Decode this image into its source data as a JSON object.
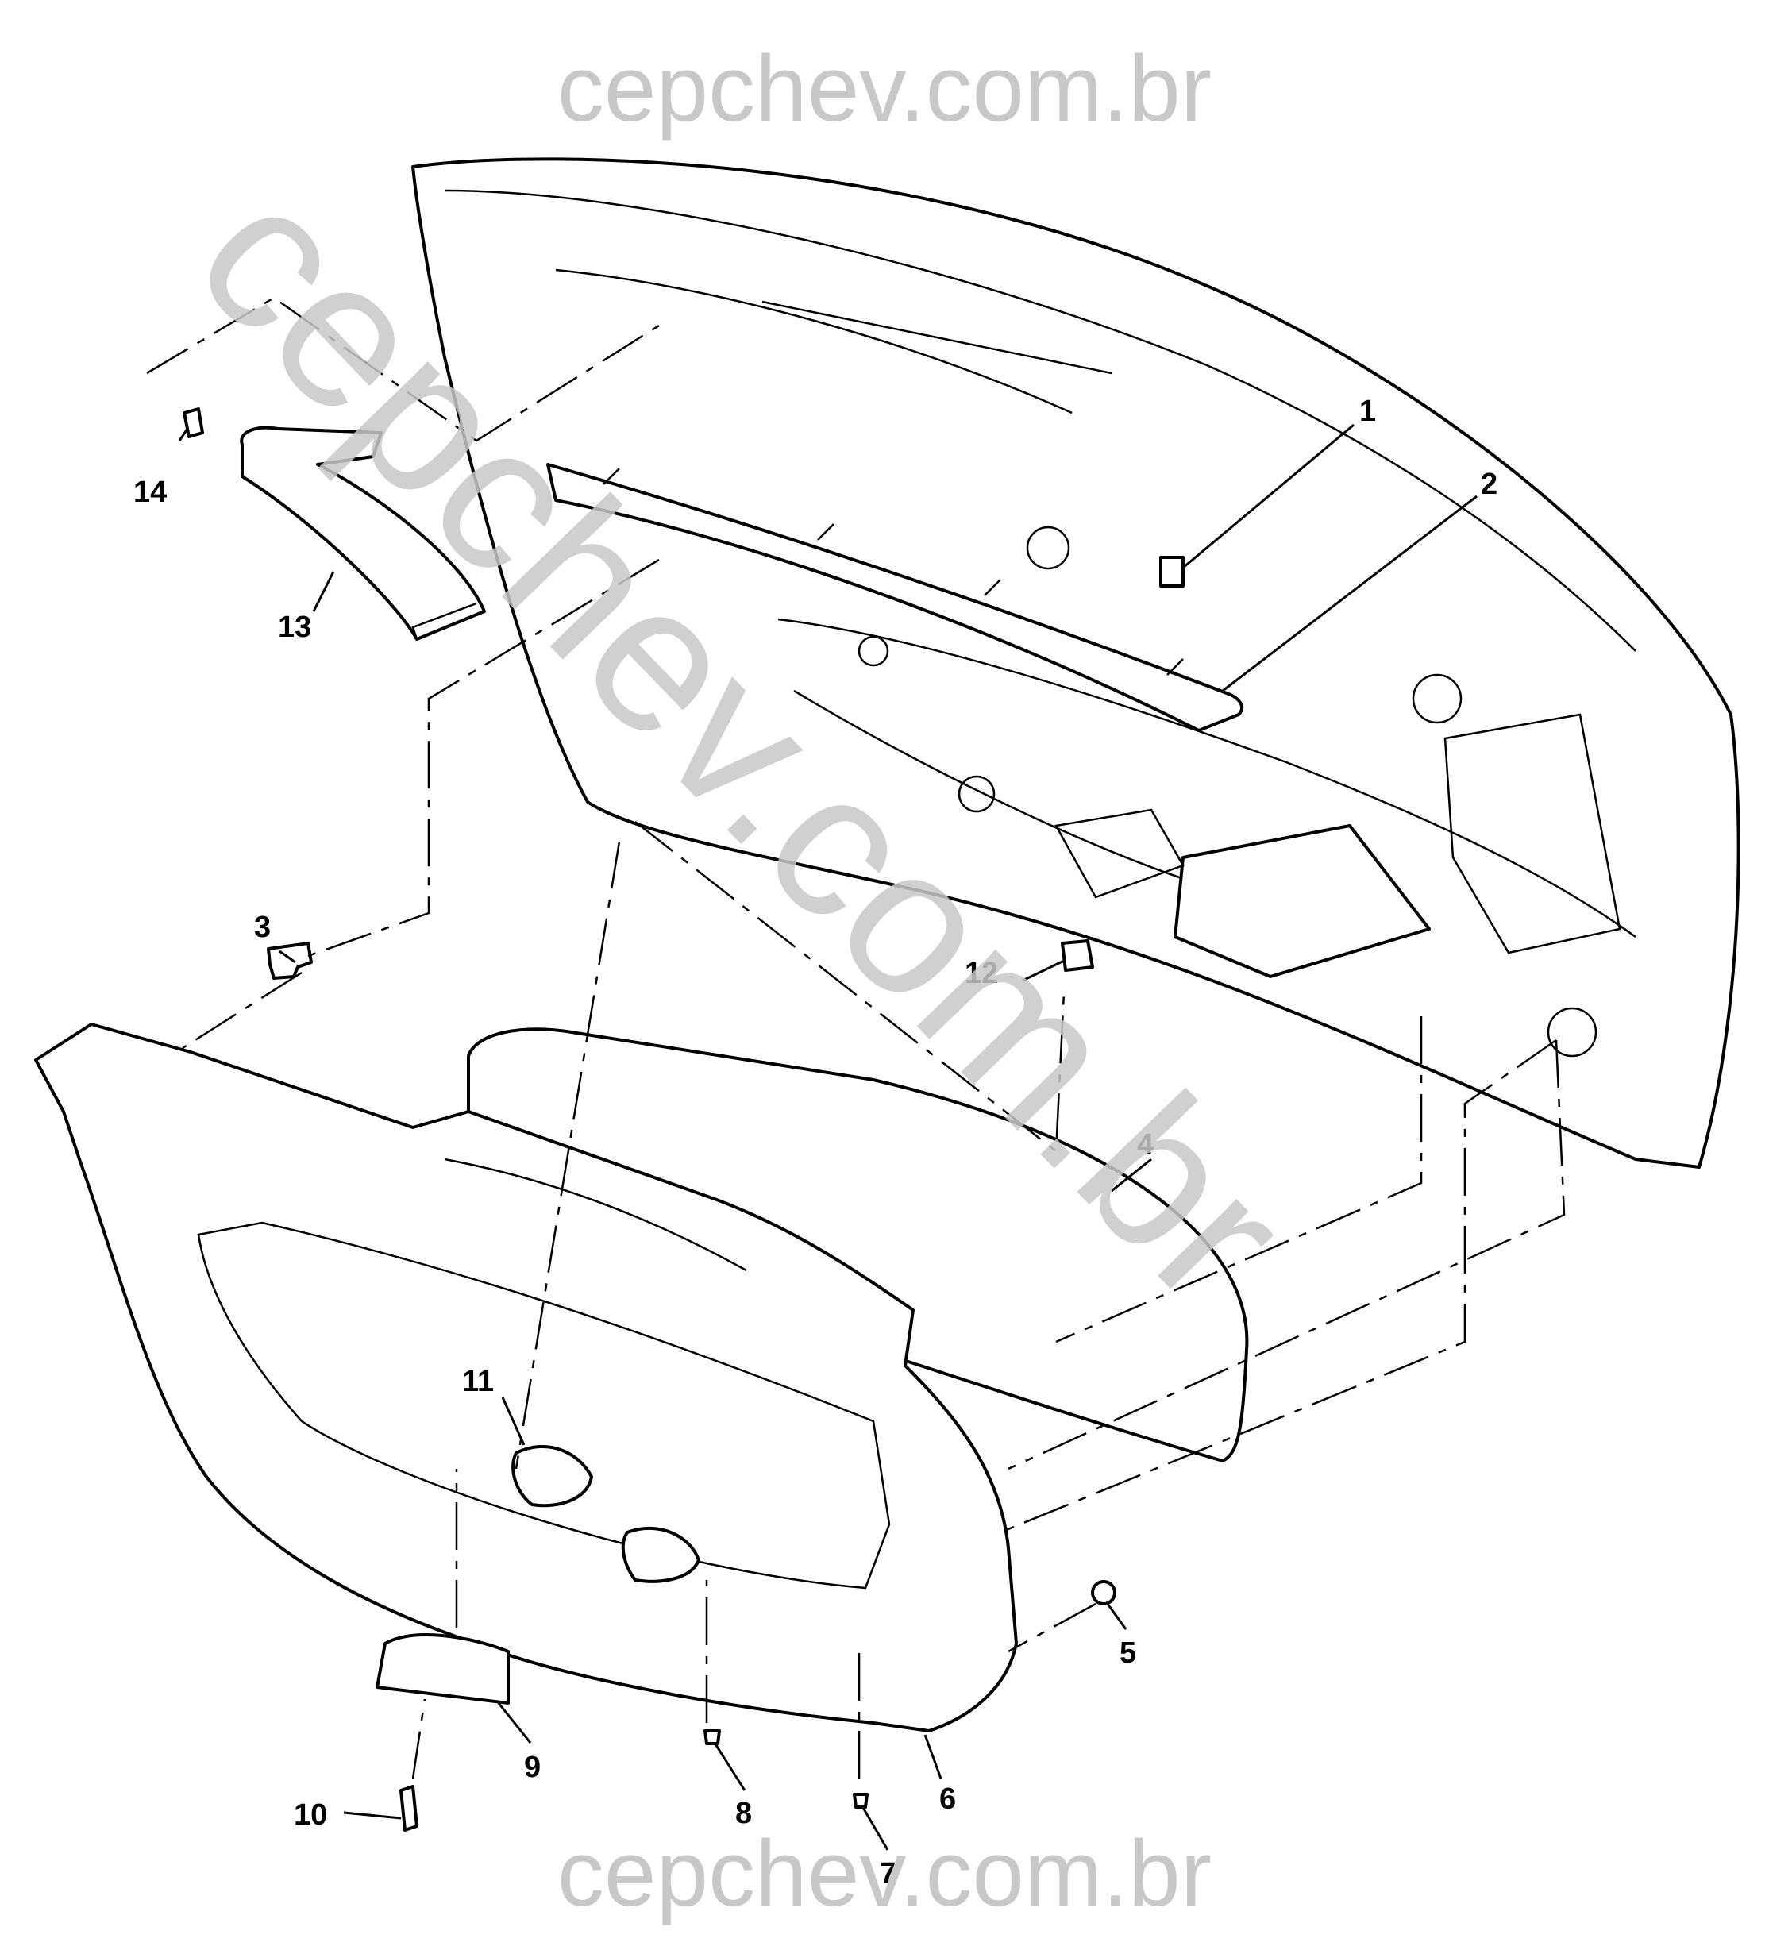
{
  "watermarks": {
    "top": "cepchev.com.br",
    "bottom": "cepchev.com.br",
    "diagonal": "cepchev.com.br"
  },
  "callouts": [
    {
      "id": "c1",
      "label": "1"
    },
    {
      "id": "c2",
      "label": "2"
    },
    {
      "id": "c3",
      "label": "3"
    },
    {
      "id": "c4",
      "label": "4"
    },
    {
      "id": "c5",
      "label": "5"
    },
    {
      "id": "c6",
      "label": "6"
    },
    {
      "id": "c7",
      "label": "7"
    },
    {
      "id": "c8",
      "label": "8"
    },
    {
      "id": "c9",
      "label": "9"
    },
    {
      "id": "c10",
      "label": "10"
    },
    {
      "id": "c11",
      "label": "11"
    },
    {
      "id": "c12",
      "label": "12"
    },
    {
      "id": "c13",
      "label": "13"
    },
    {
      "id": "c14",
      "label": "14"
    }
  ]
}
